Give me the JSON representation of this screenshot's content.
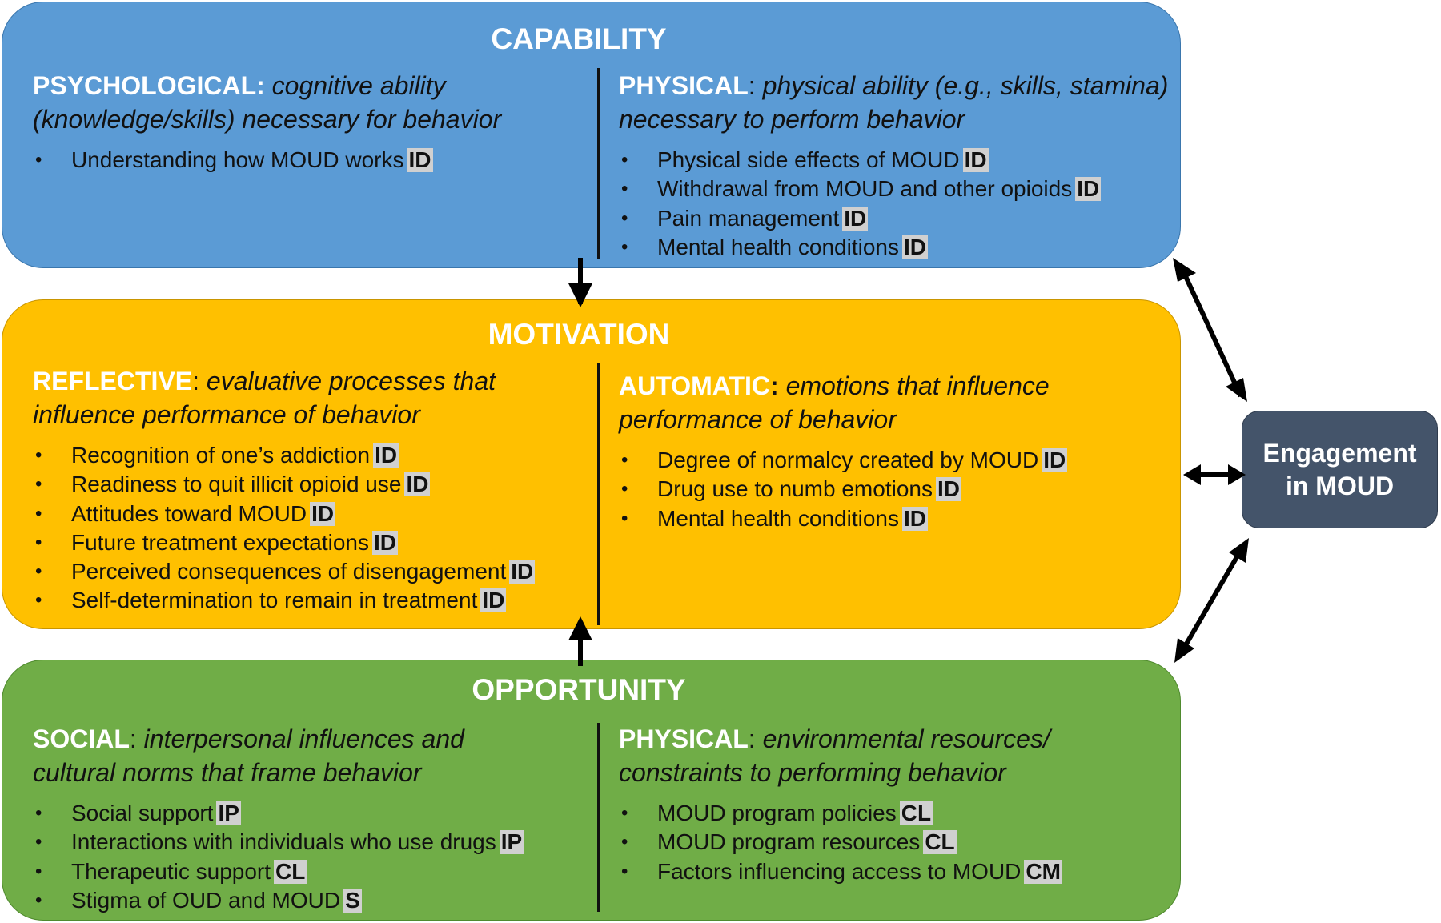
{
  "capability": {
    "title": "CAPABILITY",
    "left": {
      "keyword": "PSYCHOLOGICAL",
      "colon": ":",
      "desc": "cognitive ability (knowledge/skills) necessary for behavior",
      "items": [
        {
          "text": "Understanding how MOUD works",
          "tag": "ID"
        }
      ]
    },
    "right": {
      "keyword": "PHYSICAL",
      "colon": ":",
      "desc": "physical ability (e.g., skills, stamina) necessary to perform behavior",
      "items": [
        {
          "text": "Physical side effects of MOUD",
          "tag": "ID"
        },
        {
          "text": "Withdrawal from MOUD and other opioids",
          "tag": "ID"
        },
        {
          "text": "Pain management",
          "tag": "ID"
        },
        {
          "text": "Mental health conditions",
          "tag": "ID"
        }
      ]
    }
  },
  "motivation": {
    "title": "MOTIVATION",
    "left": {
      "keyword": "REFLECTIVE",
      "colon": ":",
      "desc": "evaluative processes that influence performance of behavior",
      "items": [
        {
          "text": "Recognition of one’s addiction",
          "tag": "ID"
        },
        {
          "text": "Readiness to quit illicit opioid use",
          "tag": "ID"
        },
        {
          "text": "Attitudes toward MOUD",
          "tag": "ID"
        },
        {
          "text": "Future treatment expectations",
          "tag": "ID"
        },
        {
          "text": "Perceived consequences of disengagement",
          "tag": "ID"
        },
        {
          "text": "Self-determination to remain in treatment",
          "tag": "ID"
        }
      ]
    },
    "right": {
      "keyword": "AUTOMATIC",
      "colon": ":",
      "desc": "emotions that influence performance of behavior",
      "items": [
        {
          "text": "Degree of normalcy created by MOUD",
          "tag": "ID"
        },
        {
          "text": "Drug use to numb emotions",
          "tag": "ID"
        },
        {
          "text": "Mental health conditions",
          "tag": "ID"
        }
      ]
    }
  },
  "opportunity": {
    "title": "OPPORTUNITY",
    "left": {
      "keyword": "SOCIAL",
      "colon": ":",
      "desc": "interpersonal influences and cultural norms that frame behavior",
      "items": [
        {
          "text": "Social support",
          "tag": "IP"
        },
        {
          "text": "Interactions with individuals who use drugs",
          "tag": "IP"
        },
        {
          "text": "Therapeutic support",
          "tag": "CL"
        },
        {
          "text": "Stigma of OUD and MOUD",
          "tag": "S"
        }
      ]
    },
    "right": {
      "keyword": "PHYSICAL",
      "colon": ":",
      "desc": "environmental resources/ constraints to performing behavior",
      "items": [
        {
          "text": "MOUD program policies",
          "tag": "CL"
        },
        {
          "text": "MOUD program resources",
          "tag": "CL"
        },
        {
          "text": "Factors influencing access to MOUD",
          "tag": "CM"
        }
      ]
    }
  },
  "engagement": {
    "line1": "Engagement",
    "line2": "in MOUD"
  },
  "colors": {
    "capability": "#5b9bd5",
    "motivation": "#ffc000",
    "opportunity": "#70ad47",
    "engagement": "#44546a",
    "tag": "#d0d0d0"
  }
}
